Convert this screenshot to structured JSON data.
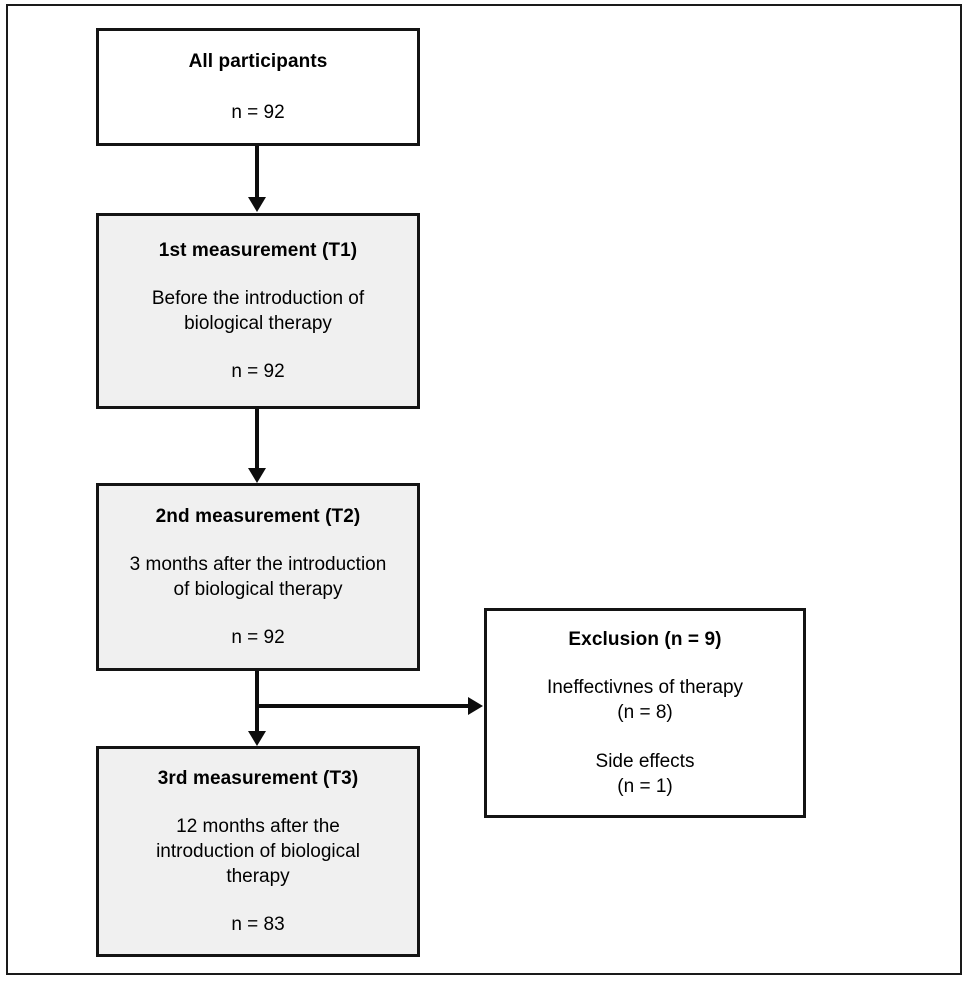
{
  "diagram": {
    "type": "flowchart",
    "title": "",
    "nodes": [
      {
        "id": "all-participants",
        "title": "All participants",
        "body": "",
        "count": "n = 92",
        "fill": "#ffffff"
      },
      {
        "id": "t1",
        "title": "1st measurement (T1)",
        "body_line1": "Before the introduction of",
        "body_line2": "biological therapy",
        "count": "n = 92",
        "fill": "#f0f0f0"
      },
      {
        "id": "t2",
        "title": "2nd measurement (T2)",
        "body_line1": "3 months after the introduction",
        "body_line2": "of biological therapy",
        "count": "n = 92",
        "fill": "#f0f0f0"
      },
      {
        "id": "t3",
        "title": "3rd measurement (T3)",
        "body_line1": "12 months after the",
        "body_line2": "introduction of biological",
        "body_line3": "therapy",
        "count": "n = 83",
        "fill": "#f0f0f0"
      },
      {
        "id": "exclusion",
        "title": "Exclusion (n = 9)",
        "reason1_label": "Ineffectivnes of therapy",
        "reason1_count": "(n = 8)",
        "reason2_label": "Side effects",
        "reason2_count": "(n = 1)",
        "fill": "#ffffff"
      }
    ],
    "edges": [
      {
        "from": "all-participants",
        "to": "t1",
        "direction": "down"
      },
      {
        "from": "t1",
        "to": "t2",
        "direction": "down"
      },
      {
        "from": "t2",
        "to": "t3",
        "direction": "down"
      },
      {
        "from": "t2",
        "to": "exclusion",
        "direction": "right"
      }
    ],
    "colors": {
      "border": "#141414",
      "shaded_fill": "#f0f0f0",
      "plain_fill": "#ffffff",
      "connector": "#0d0d0d",
      "text": "#000000"
    }
  }
}
